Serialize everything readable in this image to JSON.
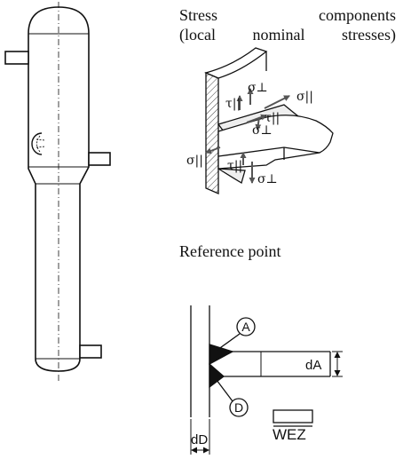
{
  "captions": {
    "stress_line1_word1": "Stress",
    "stress_line1_word2": "components",
    "stress_line2_part1": "(local",
    "stress_line2_part2": "nominal",
    "stress_line2_part3": "stresses)",
    "reference": "Reference point"
  },
  "stress_labels": {
    "sigma_perp": "σ⊥",
    "sigma_par": "σ||",
    "tau_par": "τ||"
  },
  "reference_labels": {
    "point_a": "A",
    "point_d": "D",
    "dim_a": "dA",
    "dim_d": "dD",
    "wez": "WEZ"
  },
  "colors": {
    "line": "#111111",
    "arrow": "#555555",
    "weld": "#111111",
    "hatch": "#444444"
  }
}
